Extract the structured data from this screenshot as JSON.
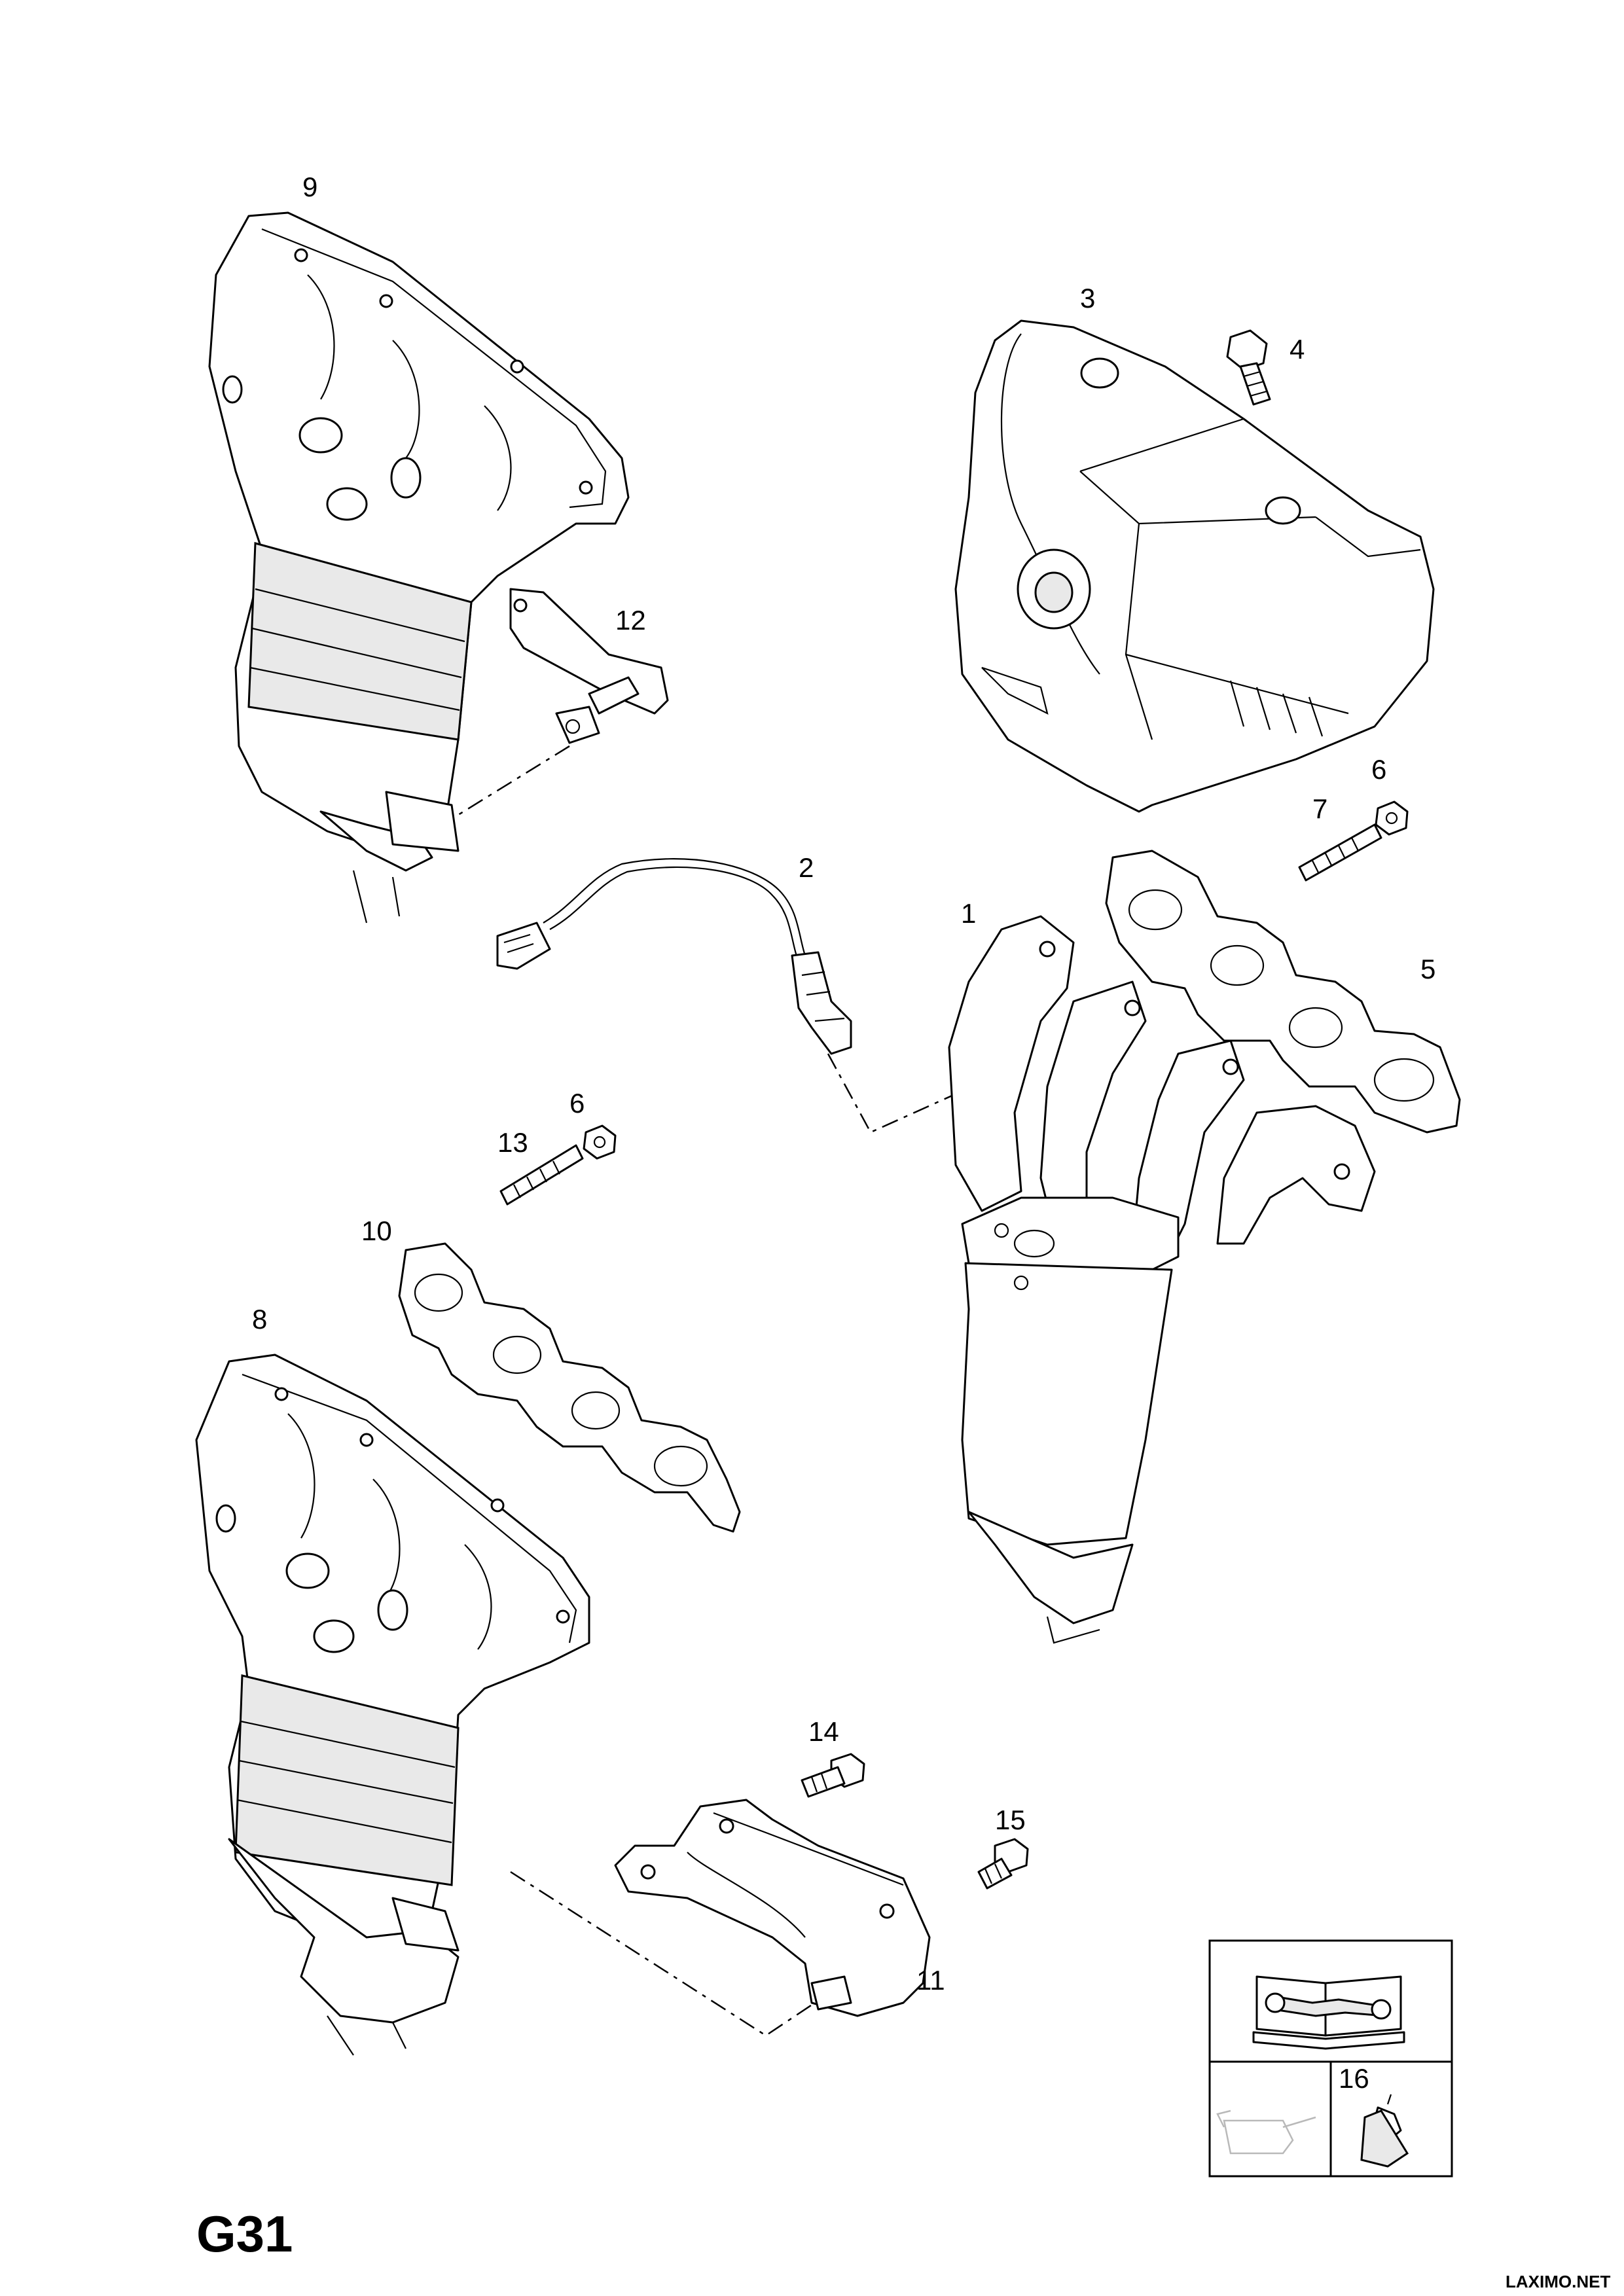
{
  "diagram": {
    "page_code": "G31",
    "watermark": "LAXIMO.NET",
    "callouts": {
      "p1": "1",
      "p2": "2",
      "p3": "3",
      "p4": "4",
      "p5": "5",
      "p6a": "6",
      "p6b": "6",
      "p7": "7",
      "p8": "8",
      "p9": "9",
      "p10": "10",
      "p11": "11",
      "p12": "12",
      "p13": "13",
      "p14": "14",
      "p15": "15",
      "p16": "16"
    },
    "legend_icons": [
      "repair-manual-icon",
      "oil-can-icon",
      "sealant-tube-icon"
    ],
    "colors": {
      "line": "#000000",
      "background": "#ffffff"
    }
  }
}
